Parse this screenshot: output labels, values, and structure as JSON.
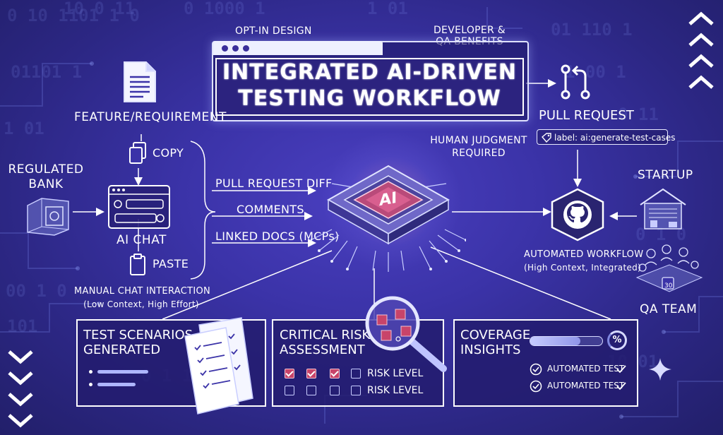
{
  "title": {
    "line1": "INTEGRATED AI-DRIVEN",
    "line2": "TESTING WORKFLOW",
    "above_left": "OPT-IN DESIGN",
    "above_right": "DEVELOPER & QA BENEFITS"
  },
  "left": {
    "feature_label": "FEATURE/REQUIREMENT",
    "copy_label": "COPY",
    "paste_label": "PASTE",
    "ai_chat_label": "AI CHAT",
    "regulated_bank_label": "REGULATED BANK",
    "manual_caption_line1": "MANUAL CHAT INTERACTION",
    "manual_caption_line2": "(Low Context, High Effort)"
  },
  "inputs": {
    "items": [
      "PULL REQUEST DIFF",
      "COMMENTS",
      "LINKED DOCS (MCPs)"
    ]
  },
  "center": {
    "chip_label": "AI",
    "human_judgment_line1": "HUMAN JUDGMENT",
    "human_judgment_line2": "REQUIRED"
  },
  "right": {
    "pull_request_label": "PULL REQUEST",
    "tag_label": "label: ai:generate-test-cases",
    "startup_label": "STARTUP",
    "automated_line1": "AUTOMATED WORKFLOW",
    "automated_line2": "(High Context, Integrated)",
    "qa_team_label": "QA TEAM",
    "calendar_number": "30"
  },
  "cards": {
    "test_scenarios": {
      "title_line1": "TEST SCENARIOS",
      "title_line2": "GENERATED"
    },
    "critical_risk": {
      "title_line1": "CRITICAL RISK",
      "title_line2": "ASSESSMENT",
      "row1_label": "RISK LEVEL",
      "row2_label": "RISK LEVEL"
    },
    "coverage": {
      "title_line1": "COVERAGE",
      "title_line2": "INSIGHTS",
      "percent_symbol": "%",
      "item1": "AUTOMATED TEST",
      "item2": "AUTOMATED TEST"
    }
  },
  "colors": {
    "background": "#3b33a8",
    "accent_pink": "#c8446a",
    "line_white": "#ffffff"
  }
}
